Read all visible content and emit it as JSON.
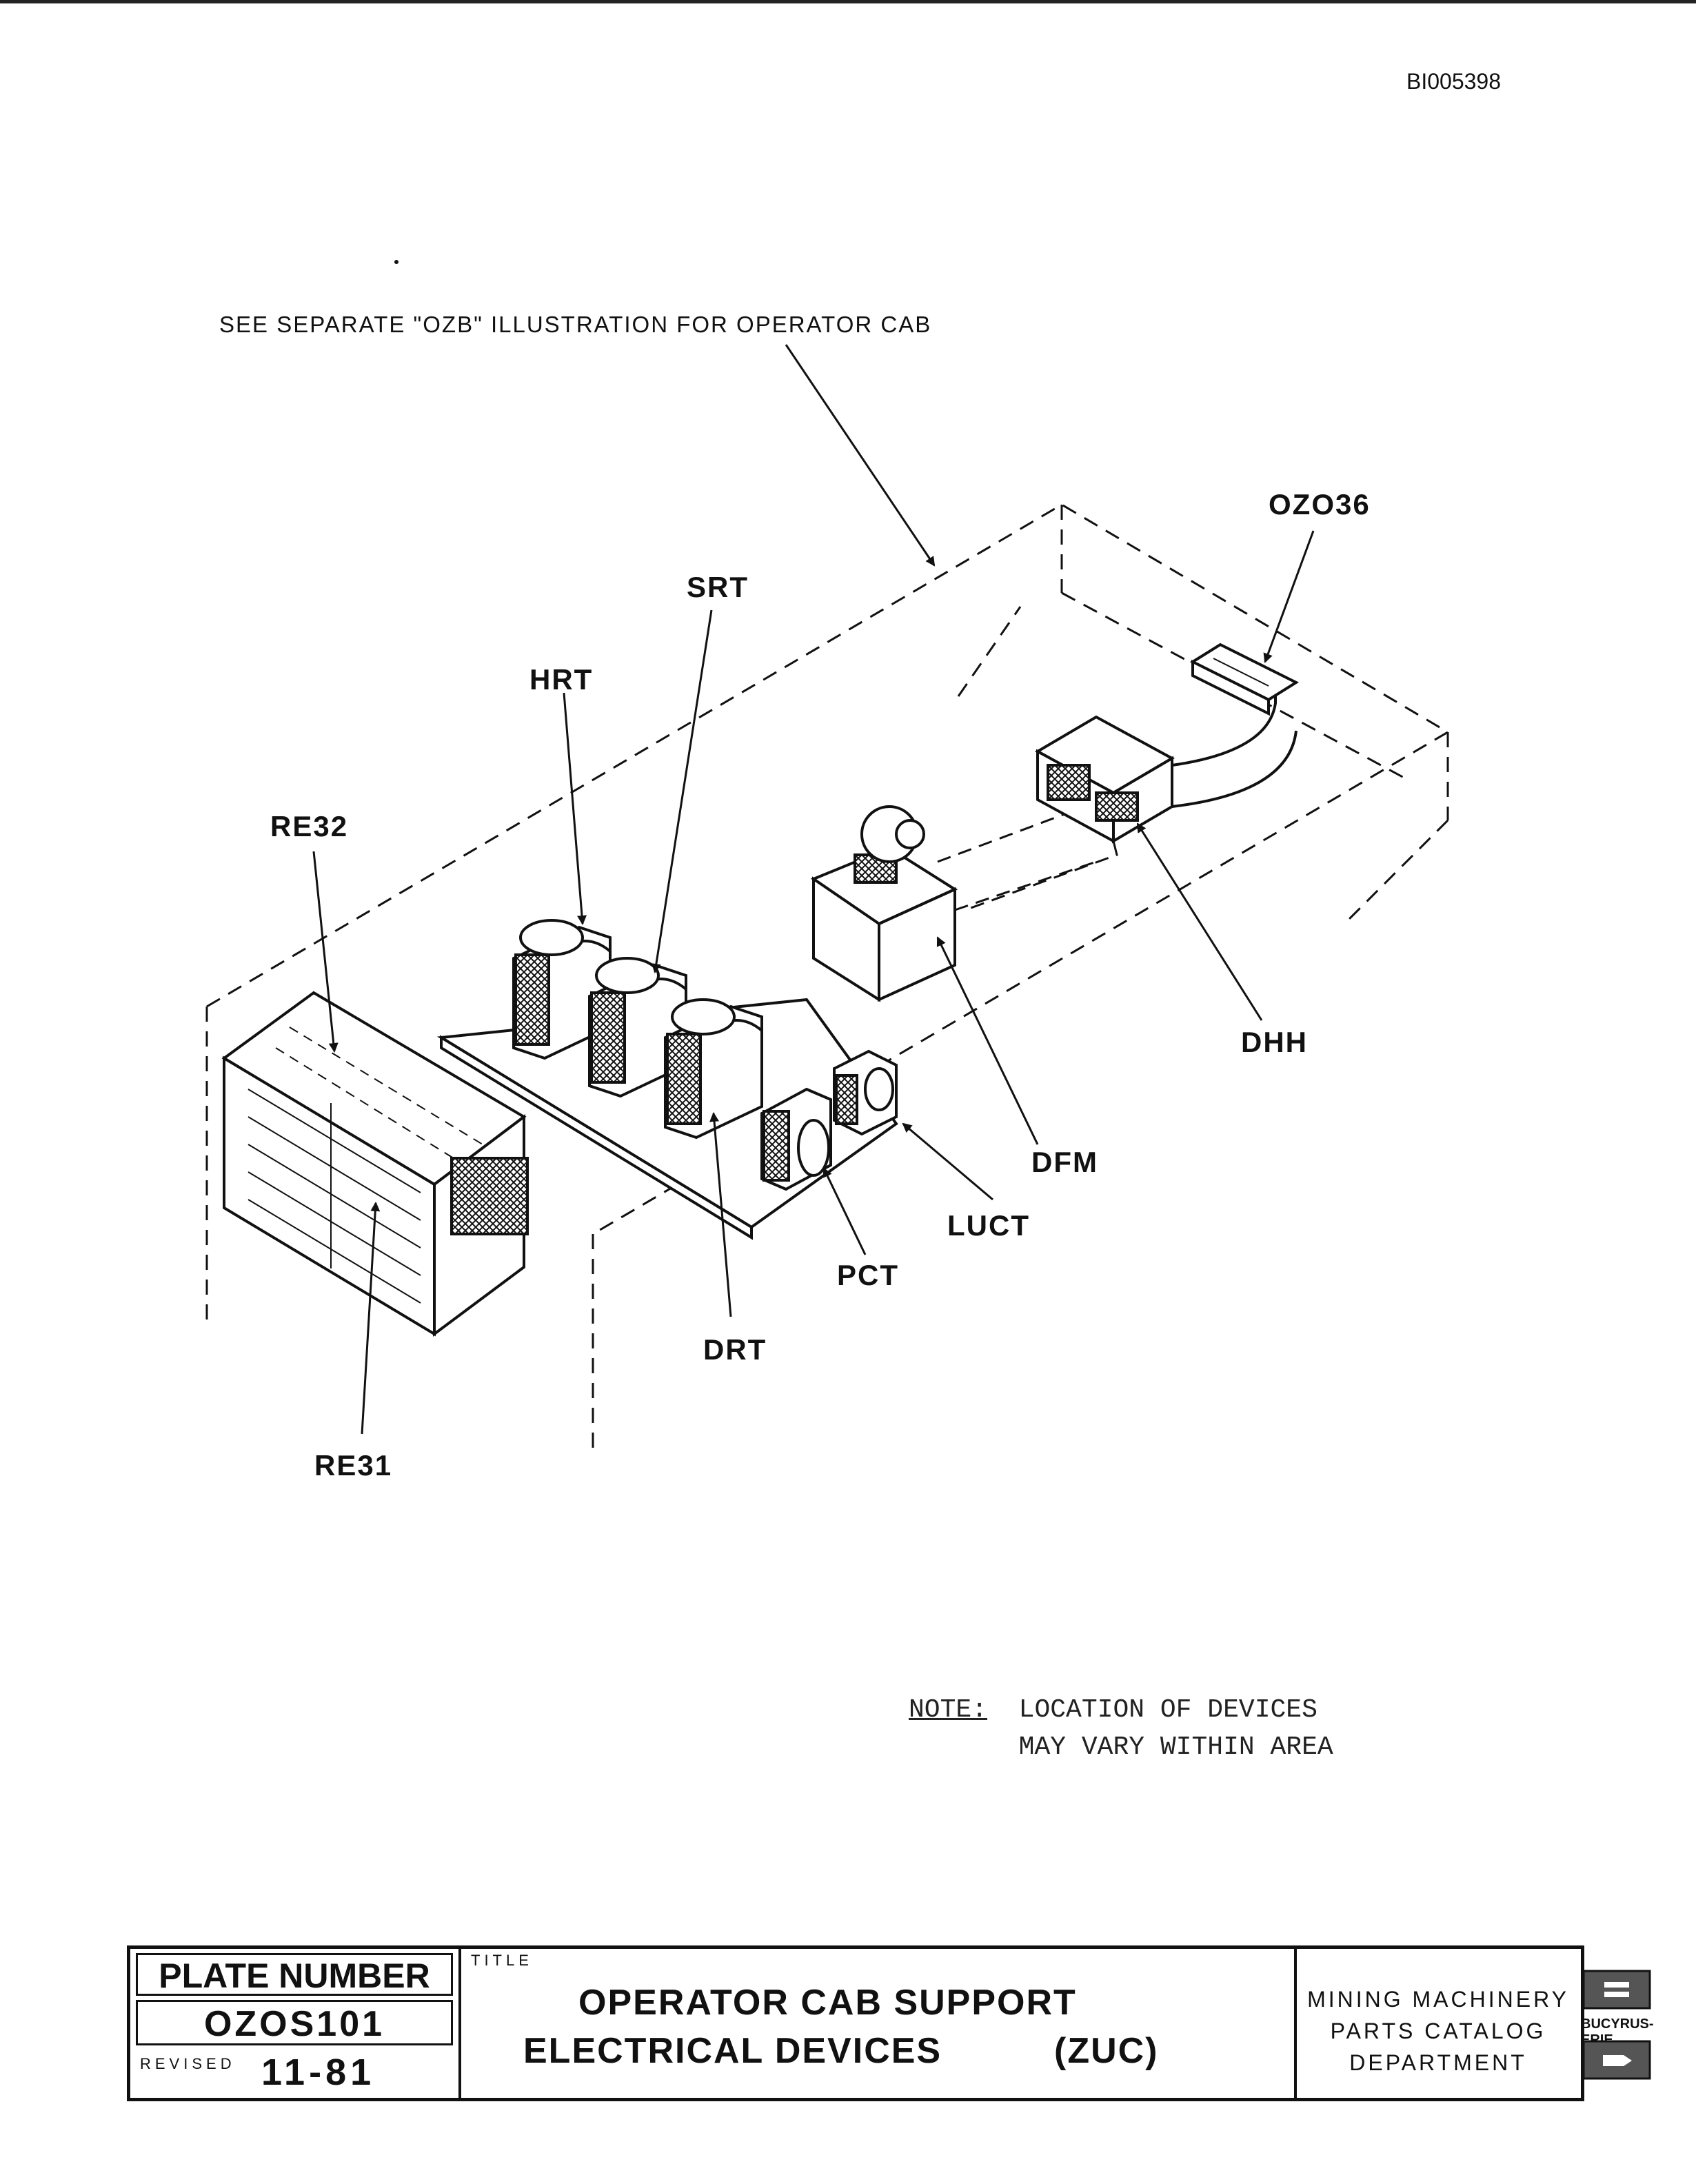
{
  "doc_id": "BI005398",
  "see_note": "SEE SEPARATE \"OZB\" ILLUSTRATION FOR OPERATOR CAB",
  "labels": {
    "ozo36": "OZO36",
    "srt": "SRT",
    "hrt": "HRT",
    "re32": "RE32",
    "dhh": "DHH",
    "dfm": "DFM",
    "luct": "LUCT",
    "pct": "PCT",
    "drt": "DRT",
    "re31": "RE31"
  },
  "note": {
    "heading": "NOTE:",
    "line1": "LOCATION OF DEVICES",
    "line2": "MAY VARY WITHIN AREA"
  },
  "title_block": {
    "plate_number_label": "PLATE NUMBER",
    "plate_number": "OZOS101",
    "revised_label": "REVISED",
    "revised": "11-81",
    "title_label": "TITLE",
    "title_line1": "OPERATOR CAB SUPPORT",
    "title_line2": "ELECTRICAL DEVICES",
    "title_code": "(ZUC)",
    "catalog_line1": "MINING MACHINERY",
    "catalog_line2": "PARTS CATALOG",
    "catalog_line3": "DEPARTMENT",
    "brand": "BUCYRUS-ERIE"
  }
}
